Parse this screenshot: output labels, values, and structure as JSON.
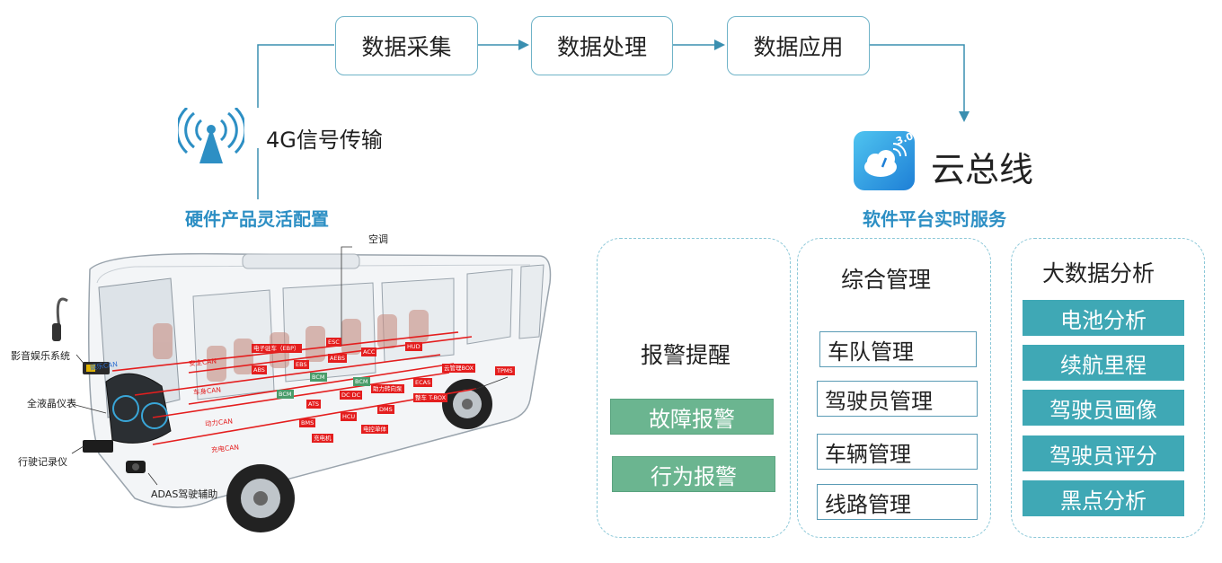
{
  "flow": {
    "step1": "数据采集",
    "step2": "数据处理",
    "step3": "数据应用"
  },
  "transmission": {
    "label": "4G信号传输",
    "icon": "antenna-signal-icon"
  },
  "hardware": {
    "caption": "硬件产品灵活配置"
  },
  "cloud": {
    "logo_badge": "3.0",
    "name": "云总线",
    "caption": "软件平台实时服务",
    "icon": "cloud-bus-logo-icon"
  },
  "bus": {
    "labels": {
      "ac": "空调",
      "entertainment": "影音娱乐系统",
      "dashboard": "全液晶仪表",
      "recorder": "行驶记录仪",
      "adas": "ADAS驾驶辅助"
    },
    "can_lines": {
      "safety": "安全CAN",
      "body": "车身CAN",
      "power": "动力CAN",
      "charge": "充电CAN",
      "media": "娱乐CAN"
    },
    "tags": {
      "epb": "电子驻车（EBP）",
      "esc": "ESC",
      "abs": "ABS",
      "ebs": "EBS",
      "aebs": "AEBS",
      "acc": "ACC",
      "hud": "HUD",
      "bcm1": "BCM",
      "bcm2": "BCM",
      "bcm3": "BCM",
      "ecas": "ECAS",
      "cloud_box": "云管理BOX",
      "tpms": "TPMS",
      "ats": "ATS",
      "dcdc": "DC DC",
      "eps": "助力转向泵",
      "tbox": "整车 T-BOX",
      "bms": "BMS",
      "hcu": "HCU",
      "dms": "DMS",
      "charger": "充电机",
      "motor": "电控单体"
    }
  },
  "alarm_panel": {
    "title": "报警提醒",
    "items": [
      "故障报警",
      "行为报警"
    ]
  },
  "mgmt_panel": {
    "title": "综合管理",
    "items": [
      "车队管理",
      "驾驶员管理",
      "车辆管理",
      "线路管理"
    ]
  },
  "bigdata_panel": {
    "title": "大数据分析",
    "items": [
      "电池分析",
      "续航里程",
      "驾驶员画像",
      "驾驶员评分",
      "黑点分析"
    ]
  },
  "colors": {
    "accent_blue": "#2d8fc4",
    "box_border": "#6fb3c8",
    "green": "#6bb590",
    "teal": "#3fa8b5",
    "red": "#e41e1e"
  }
}
